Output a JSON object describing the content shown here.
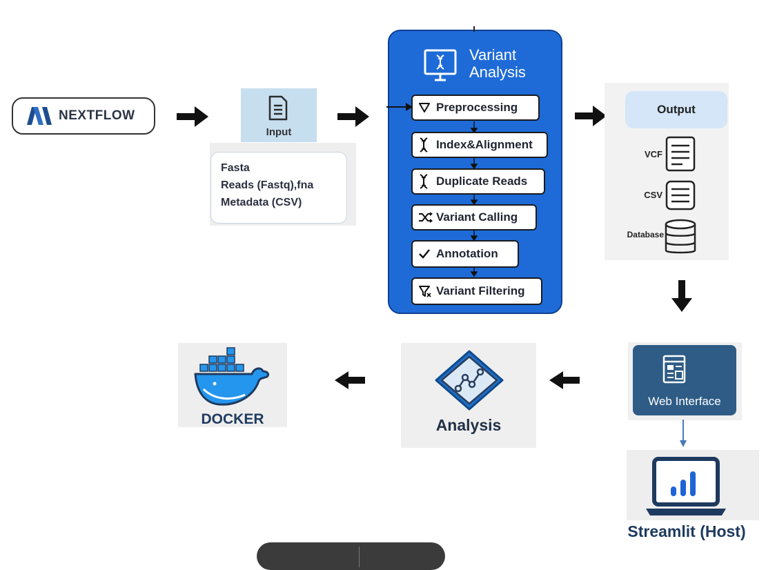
{
  "nextflow": {
    "label": "NEXTFLOW",
    "logo_icon": "nextflow-logo-icon",
    "logo_color": "#1d4d8f"
  },
  "input": {
    "label": "Input",
    "icon": "document-icon",
    "files": [
      "Fasta",
      "Reads (Fastq),fna",
      "Metadata (CSV)"
    ]
  },
  "variant_analysis": {
    "title_line1": "Variant",
    "title_line2": "Analysis",
    "title_icon": "monitor-dna-icon",
    "panel_color": "#1e6bd8",
    "steps": [
      {
        "label": "Preprocessing",
        "icon": "filter-outline-icon"
      },
      {
        "label": "Index&Alignment",
        "icon": "dna-icon"
      },
      {
        "label": "Duplicate Reads",
        "icon": "dna-icon"
      },
      {
        "label": "Variant Calling",
        "icon": "shuffle-icon"
      },
      {
        "label": "Annotation",
        "icon": "checkmark-icon"
      },
      {
        "label": "Variant Filtering",
        "icon": "filter-x-icon"
      }
    ]
  },
  "output": {
    "title": "Output",
    "items": [
      {
        "label": "VCF",
        "icon": "document-lines-icon"
      },
      {
        "label": "CSV",
        "icon": "list-lines-icon"
      },
      {
        "label": "Database",
        "icon": "database-icon"
      }
    ]
  },
  "web_interface": {
    "label": "Web Interface",
    "icon": "web-layout-icon",
    "color": "#2e5c86"
  },
  "streamlit": {
    "label": "Streamlit (Host)",
    "icon": "laptop-chart-icon"
  },
  "analysis": {
    "label": "Analysis",
    "icon": "diamond-graph-icon"
  },
  "docker": {
    "label": "DOCKER",
    "icon": "docker-whale-icon",
    "color": "#2496ed"
  }
}
